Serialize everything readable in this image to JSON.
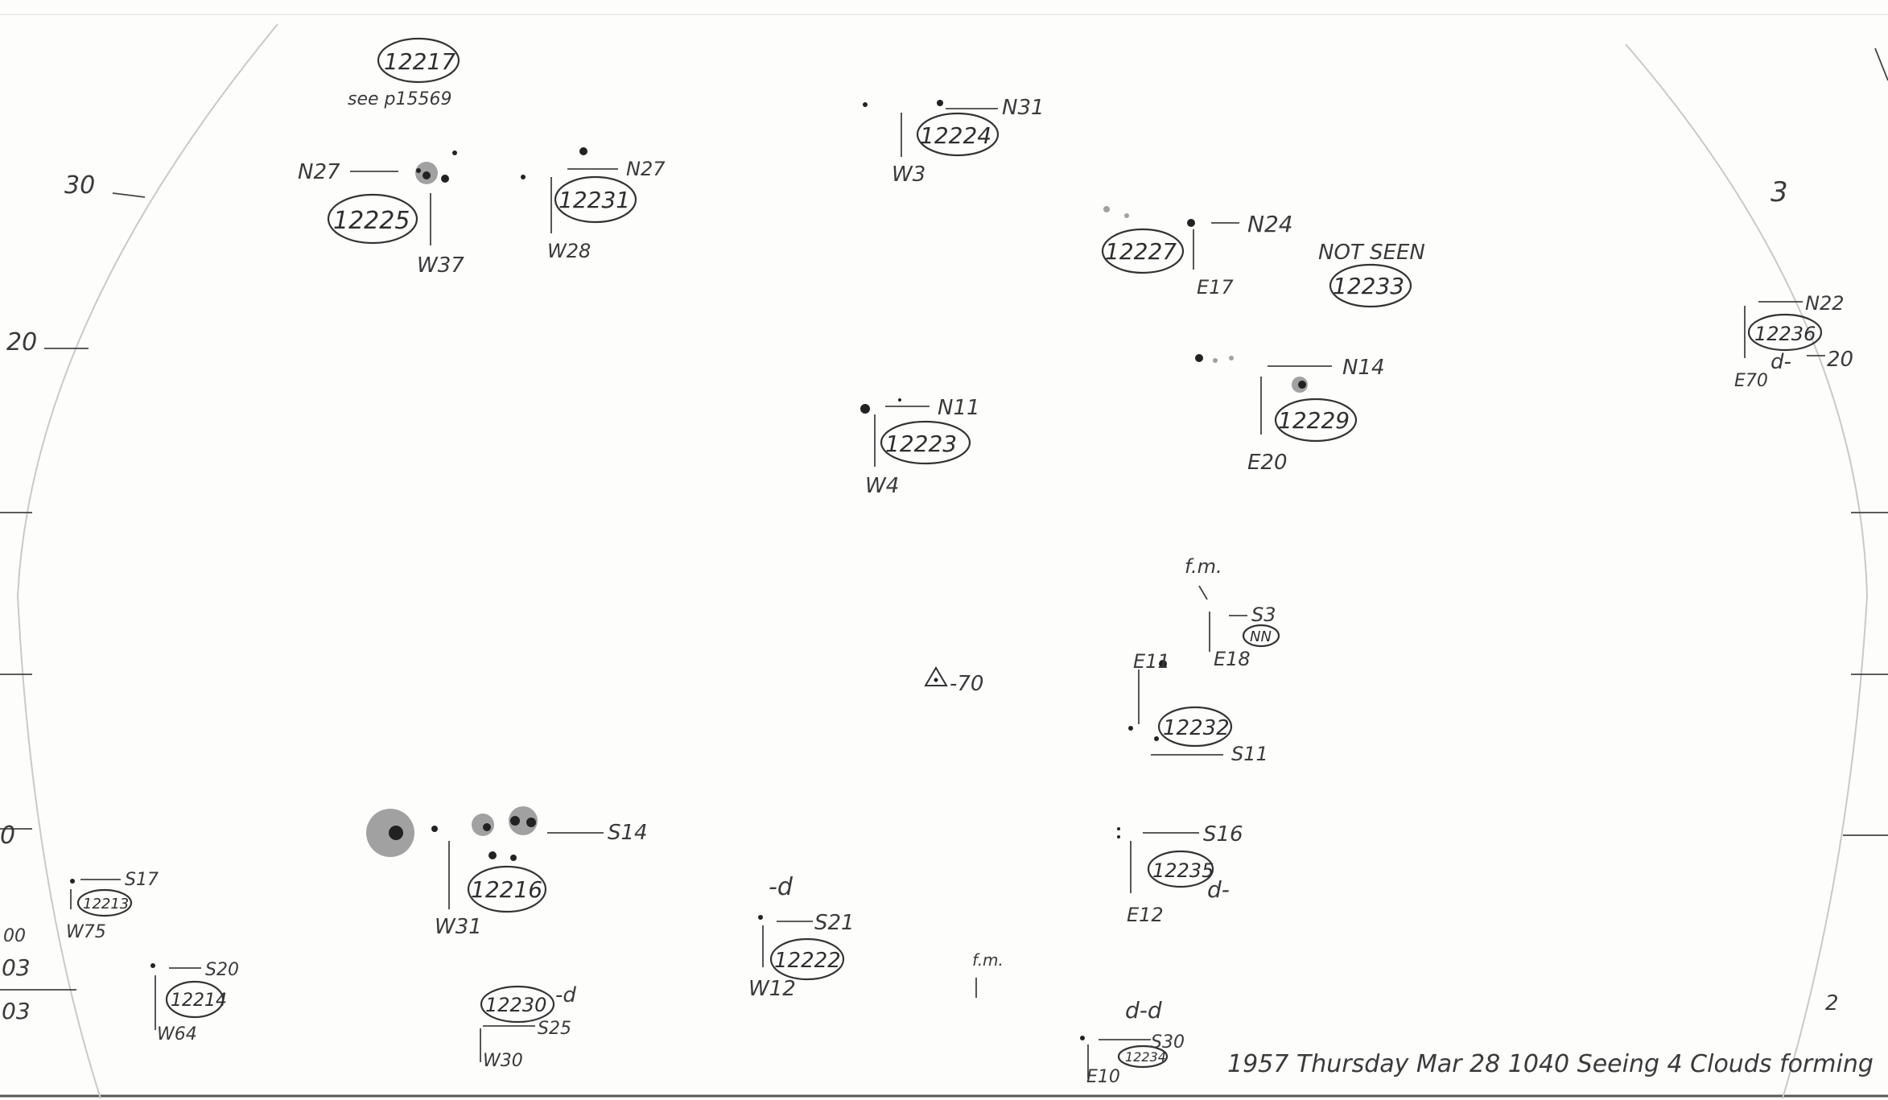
{
  "regions": [
    {
      "id": "12217",
      "note": "see p15569"
    },
    {
      "id": "12224",
      "lat": "N31",
      "lon": "W3"
    },
    {
      "id": "12225",
      "lat": "N27",
      "lon": "W37"
    },
    {
      "id": "12231",
      "lat": "N27",
      "lon": "W28"
    },
    {
      "id": "12227",
      "lat": "N24",
      "lon": "E17"
    },
    {
      "id": "12233",
      "note": "NOT SEEN"
    },
    {
      "id": "12236",
      "lat": "N22",
      "lon": "E70",
      "mark": "d-"
    },
    {
      "id": "12229",
      "lat": "N14",
      "lon": "E20"
    },
    {
      "id": "12223",
      "lat": "N11",
      "lon": "W4"
    },
    {
      "id": "NN",
      "lat": "S3",
      "lon": "E18",
      "note": "f.m."
    },
    {
      "id": "12232",
      "lat": "S11",
      "lon": "E11"
    },
    {
      "id": "12235",
      "lat": "S16",
      "lon": "E12",
      "mark": "d-"
    },
    {
      "id": "12216",
      "lat": "S14",
      "lon": "W31"
    },
    {
      "id": "12213",
      "lat": "S17",
      "lon": "W75"
    },
    {
      "id": "12214",
      "lat": "S20",
      "lon": "W64"
    },
    {
      "id": "12222",
      "lat": "S21",
      "lon": "W12",
      "mark": "-d"
    },
    {
      "id": "12230",
      "lat": "S25",
      "lon": "W30",
      "mark": "-d"
    },
    {
      "id": "12234",
      "lat": "S30",
      "lon": "E10",
      "mark": "d-d"
    }
  ],
  "center_mark": "-70",
  "fm_label": "f.m.",
  "scale_left": [
    "30",
    "20",
    "0",
    "00",
    "03",
    "03"
  ],
  "scale_right": [
    "3",
    "20",
    "2"
  ],
  "footer": "1957 Thursday Mar 28 1040 Seeing 4 Clouds forming"
}
